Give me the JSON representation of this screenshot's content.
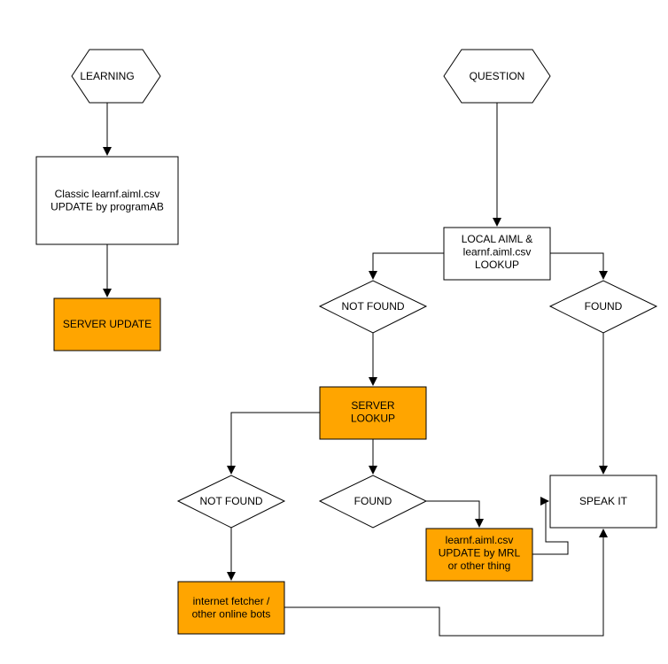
{
  "colors": {
    "background": "#ffffff",
    "stroke": "#000000",
    "plain_fill": "#ffffff",
    "highlight_fill": "#FFA500"
  },
  "nodes": {
    "learning": {
      "lines": [
        "LEARNING"
      ]
    },
    "classic_update": {
      "lines": [
        "Classic learnf.aiml.csv",
        "UPDATE by programAB"
      ]
    },
    "server_update": {
      "lines": [
        "SERVER UPDATE"
      ]
    },
    "question": {
      "lines": [
        "QUESTION"
      ]
    },
    "local_lookup": {
      "lines": [
        "LOCAL AIML &",
        "learnf.aiml.csv",
        "LOOKUP"
      ]
    },
    "not_found_1": {
      "lines": [
        "NOT FOUND"
      ]
    },
    "found_1": {
      "lines": [
        "FOUND"
      ]
    },
    "server_lookup": {
      "lines": [
        "SERVER",
        "LOOKUP"
      ]
    },
    "not_found_2": {
      "lines": [
        "NOT FOUND"
      ]
    },
    "found_2": {
      "lines": [
        "FOUND"
      ]
    },
    "speak_it": {
      "lines": [
        "SPEAK IT"
      ]
    },
    "learnf_update_mrl": {
      "lines": [
        "learnf.aiml.csv",
        "UPDATE by MRL",
        "or other thing"
      ]
    },
    "internet_fetcher": {
      "lines": [
        "internet fetcher /",
        "other online bots"
      ]
    }
  }
}
